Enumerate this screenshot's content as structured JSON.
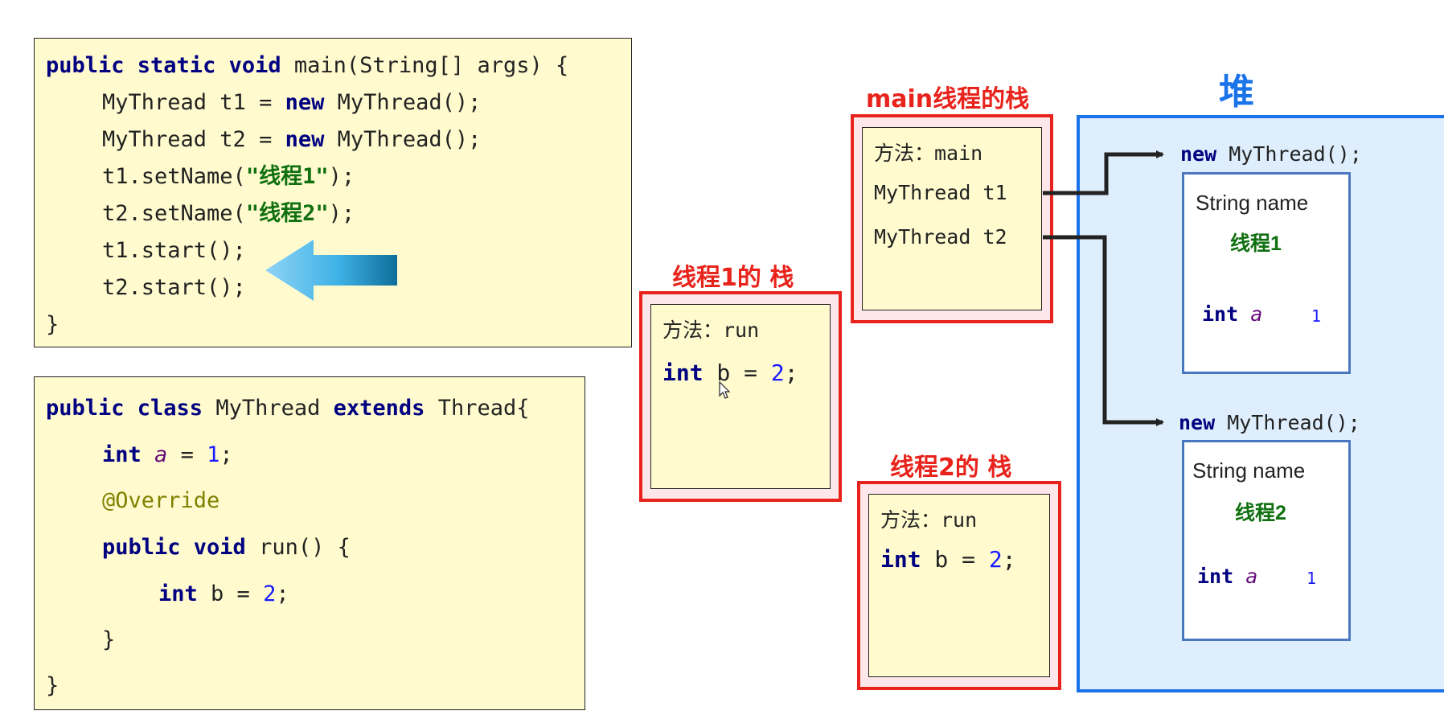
{
  "main_code": {
    "l1": {
      "kw": "public static void",
      "rest": " main(String[] args) {"
    },
    "l2": {
      "a": "MyThread t1 = ",
      "kw": "new",
      "b": " MyThread();"
    },
    "l3": {
      "a": "MyThread t2 = ",
      "kw": "new",
      "b": " MyThread();"
    },
    "l4": {
      "a": "t1.setName(",
      "s": "\"线程1\"",
      "b": ");"
    },
    "l5": {
      "a": "t2.setName(",
      "s": "\"线程2\"",
      "b": ");"
    },
    "l6": "t1.start();",
    "l7": "t2.start();",
    "l8": "}"
  },
  "class_code": {
    "l1": {
      "kw1": "public class",
      "mid": " MyThread ",
      "kw2": "extends",
      "rest": " Thread{"
    },
    "l2": {
      "kw": "int",
      "fld": "a",
      "eq": " = ",
      "num": "1",
      "end": ";"
    },
    "l3": "@Override",
    "l4": {
      "kw": "public void",
      "rest": " run() {"
    },
    "l5": {
      "kw": "int",
      "rest": " b = ",
      "num": "2",
      "end": ";"
    },
    "l6": "}",
    "l7": "}"
  },
  "main_stack": {
    "title": "main线程的栈",
    "method": "方法：main",
    "var1": "MyThread t1",
    "var2": "MyThread t2"
  },
  "thread1_stack": {
    "title": "线程1的 栈",
    "method": "方法：run",
    "var": {
      "kw": "int",
      "rest": " b = ",
      "num": "2",
      "end": ";"
    }
  },
  "thread2_stack": {
    "title": "线程2的 栈",
    "method": "方法：run",
    "var": {
      "kw": "int",
      "rest": " b = ",
      "num": "2",
      "end": ";"
    }
  },
  "heap": {
    "title": "堆",
    "obj1": {
      "label": {
        "kw": "new",
        "rest": " MyThread();"
      },
      "field_name": "String name",
      "name_value": "线程1",
      "field_a": {
        "kw": "int",
        "fld": "a"
      },
      "a_value": "1"
    },
    "obj2": {
      "label": {
        "kw": "new",
        "rest": " MyThread();"
      },
      "field_name": "String name",
      "name_value": "线程2",
      "field_a": {
        "kw": "int",
        "fld": "a"
      },
      "a_value": "1"
    }
  },
  "colors": {
    "stack_red": "#e8231b",
    "heap_blue": "#1a73e8",
    "code_bg": "#fffbcf"
  }
}
